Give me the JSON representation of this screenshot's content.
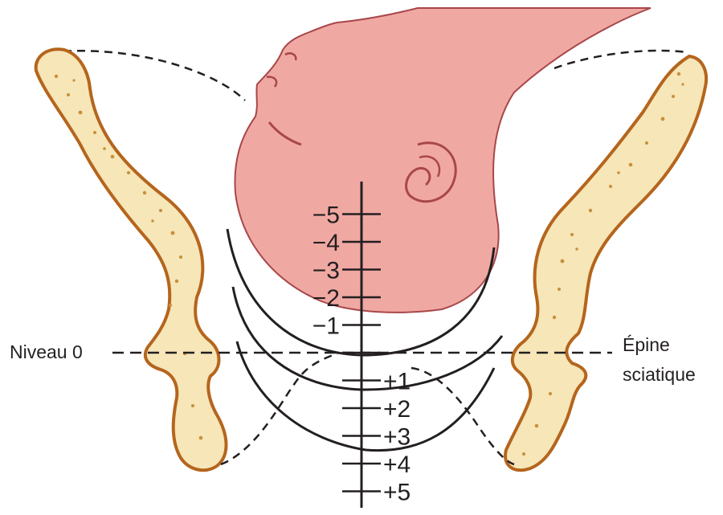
{
  "labels": {
    "level_zero": "Niveau 0",
    "spine_line1": "Épine",
    "spine_line2": "sciatique"
  },
  "station_ticks": [
    {
      "value": -5,
      "text": "−5"
    },
    {
      "value": -4,
      "text": "−4"
    },
    {
      "value": -3,
      "text": "−3"
    },
    {
      "value": -2,
      "text": "−2"
    },
    {
      "value": -1,
      "text": "−1"
    },
    {
      "value": 0,
      "text": ""
    },
    {
      "value": 1,
      "text": "+1"
    },
    {
      "value": 2,
      "text": "+2"
    },
    {
      "value": 3,
      "text": "+3"
    },
    {
      "value": 4,
      "text": "+4"
    },
    {
      "value": 5,
      "text": "+5"
    }
  ],
  "colors": {
    "skin": "#f0a8a3",
    "skin_outline": "#a8474a",
    "bone_fill": "#f6e6b8",
    "bone_outline": "#b5651d",
    "bone_dots": "#c98f3a",
    "ink": "#231f20"
  }
}
